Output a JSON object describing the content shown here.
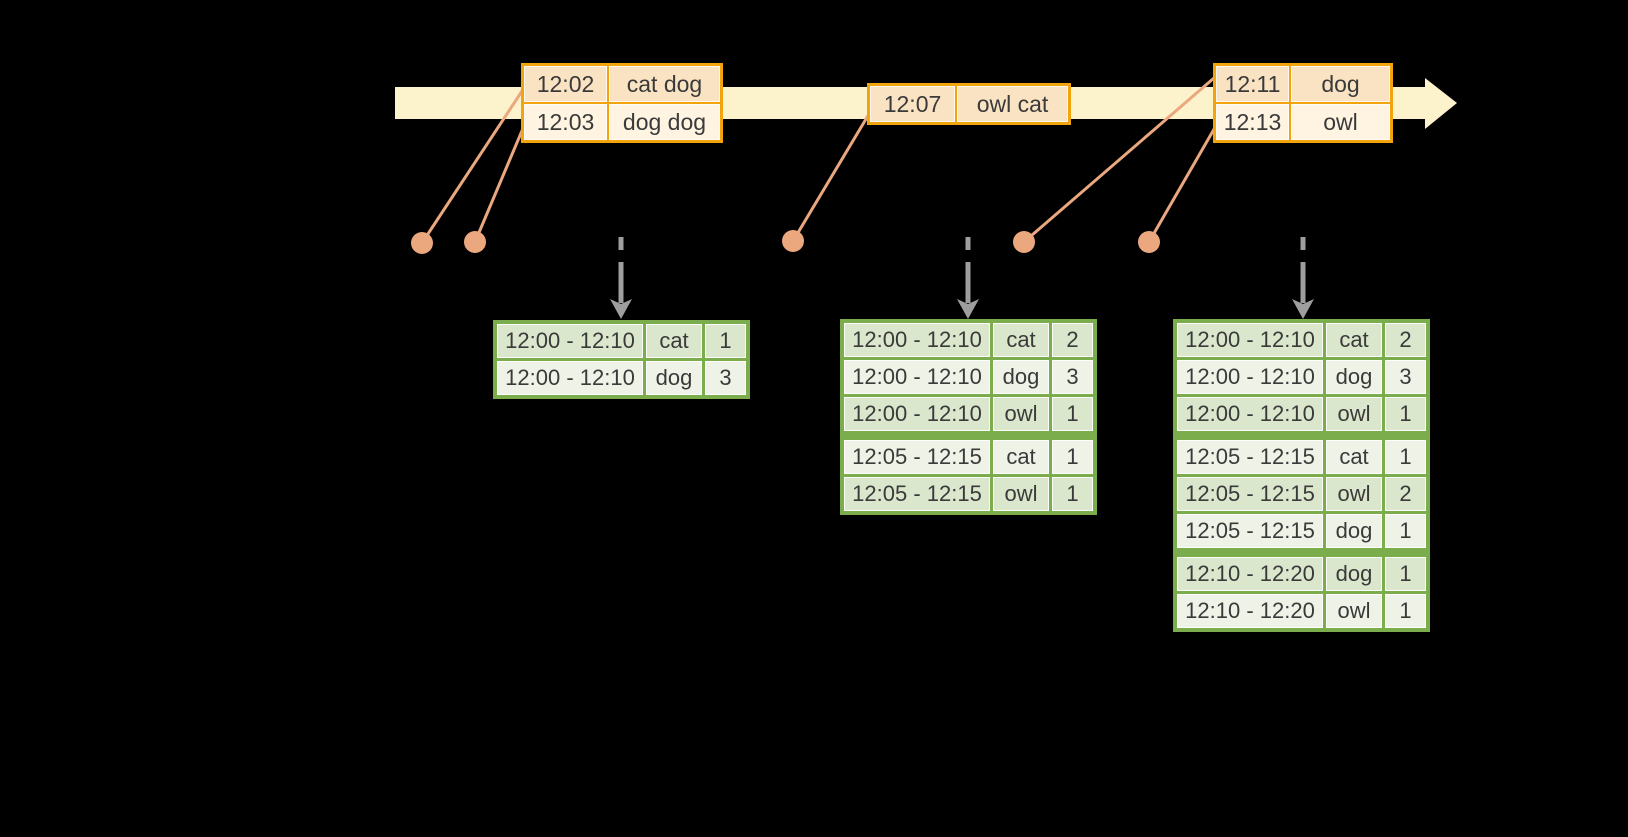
{
  "colors": {
    "background": "#000000",
    "timeline_fill": "#FCF2CC",
    "event_table_border": "#F2A40D",
    "event_row_dark": "#FAE3C3",
    "event_row_light": "#FEF4E1",
    "connector_salmon": "#EBA77D",
    "result_table_border": "#7BAD4C",
    "result_row_dark": "#DBE7CC",
    "result_row_light": "#EFF3E7",
    "trigger_arrow_gray": "#9E9E9E",
    "text": "#3A3A3A"
  },
  "event_tables": [
    {
      "rows": [
        {
          "time": "12:02",
          "words": "cat dog"
        },
        {
          "time": "12:03",
          "words": "dog dog"
        }
      ]
    },
    {
      "rows": [
        {
          "time": "12:07",
          "words": "owl cat"
        }
      ]
    },
    {
      "rows": [
        {
          "time": "12:11",
          "words": "dog"
        },
        {
          "time": "12:13",
          "words": "owl"
        }
      ]
    }
  ],
  "result_tables": [
    {
      "rows": [
        {
          "window": "12:00 - 12:10",
          "word": "cat",
          "count": "1"
        },
        {
          "window": "12:00 - 12:10",
          "word": "dog",
          "count": "3"
        }
      ]
    },
    {
      "rows": [
        {
          "window": "12:00 - 12:10",
          "word": "cat",
          "count": "2"
        },
        {
          "window": "12:00 - 12:10",
          "word": "dog",
          "count": "3"
        },
        {
          "window": "12:00 - 12:10",
          "word": "owl",
          "count": "1"
        },
        {
          "window": "12:05 - 12:15",
          "word": "cat",
          "count": "1"
        },
        {
          "window": "12:05 - 12:15",
          "word": "owl",
          "count": "1"
        }
      ]
    },
    {
      "rows": [
        {
          "window": "12:00 - 12:10",
          "word": "cat",
          "count": "2"
        },
        {
          "window": "12:00 - 12:10",
          "word": "dog",
          "count": "3"
        },
        {
          "window": "12:00 - 12:10",
          "word": "owl",
          "count": "1"
        },
        {
          "window": "12:05 - 12:15",
          "word": "cat",
          "count": "1"
        },
        {
          "window": "12:05 - 12:15",
          "word": "owl",
          "count": "2"
        },
        {
          "window": "12:05 - 12:15",
          "word": "dog",
          "count": "1"
        },
        {
          "window": "12:10 - 12:20",
          "word": "dog",
          "count": "1"
        },
        {
          "window": "12:10 - 12:20",
          "word": "owl",
          "count": "1"
        }
      ]
    }
  ]
}
